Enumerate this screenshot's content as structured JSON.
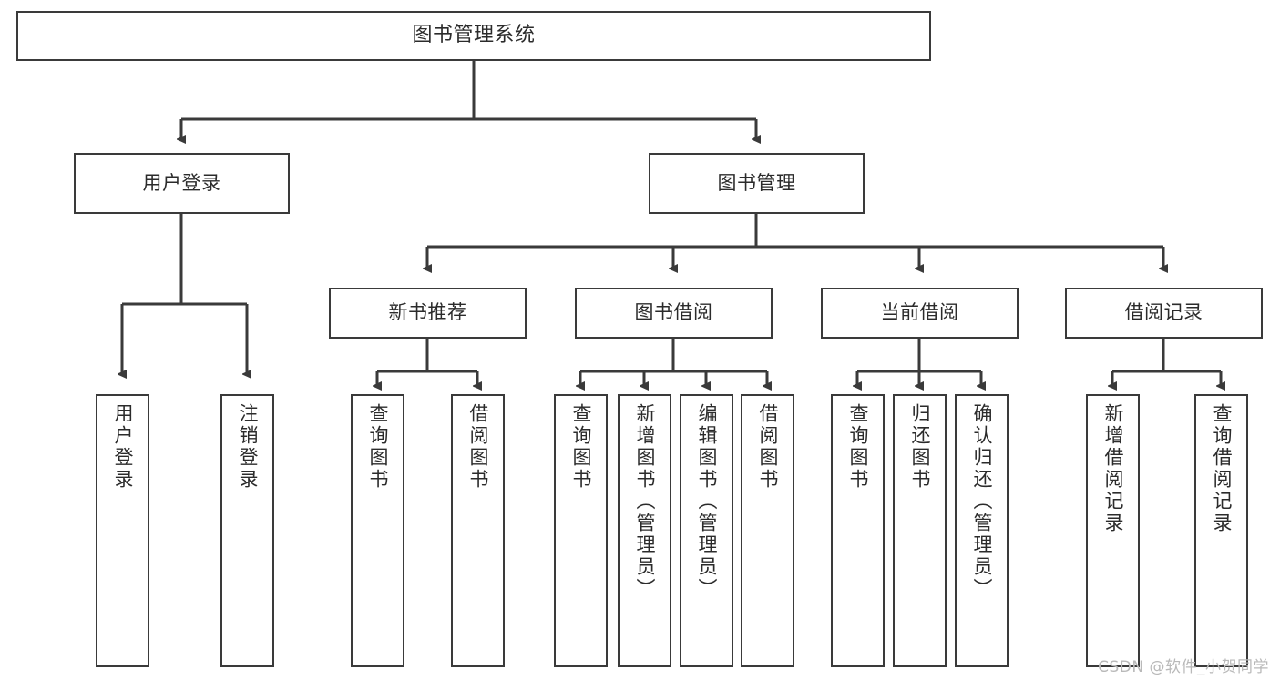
{
  "diagram": {
    "title": "图书管理系统",
    "type": "tree-hierarchy-diagram",
    "colors": {
      "box_border": "#3a3a3a",
      "box_fill": "#ffffff",
      "connector": "#3a3a3a",
      "text": "#2b2b2b",
      "watermark": "#b9b9b9"
    },
    "root": {
      "label": "图书管理系统"
    },
    "level2": [
      {
        "label": "用户登录"
      },
      {
        "label": "图书管理"
      }
    ],
    "level3": [
      {
        "label": "新书推荐"
      },
      {
        "label": "图书借阅"
      },
      {
        "label": "当前借阅"
      },
      {
        "label": "借阅记录"
      }
    ],
    "leaves": {
      "user_login": [
        {
          "label": "用户登录"
        },
        {
          "label": "注销登录"
        }
      ],
      "new_book_recommend": [
        {
          "label": "查询图书"
        },
        {
          "label": "借阅图书"
        }
      ],
      "book_borrow": [
        {
          "label": "查询图书"
        },
        {
          "label": "新增图书（管理员）"
        },
        {
          "label": "编辑图书（管理员）"
        },
        {
          "label": "借阅图书"
        }
      ],
      "current_borrow": [
        {
          "label": "查询图书"
        },
        {
          "label": "归还图书"
        },
        {
          "label": "确认归还（管理员）"
        }
      ],
      "borrow_record": [
        {
          "label": "新增借阅记录"
        },
        {
          "label": "查询借阅记录"
        }
      ]
    },
    "watermark": "CSDN @软件_小贺同学"
  }
}
